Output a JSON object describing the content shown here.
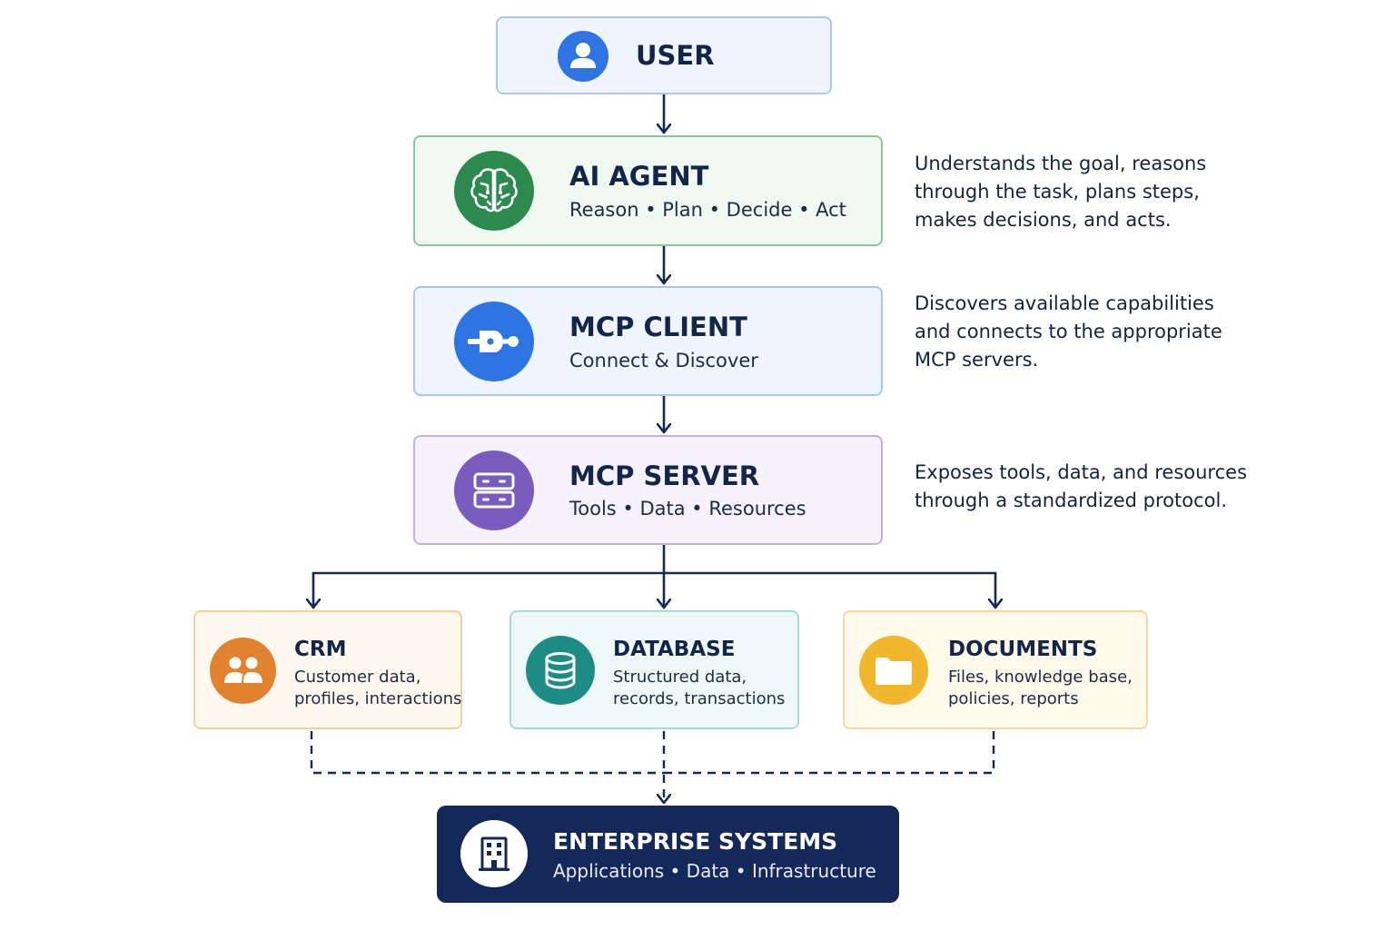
{
  "user": {
    "title": "USER",
    "icon": "user-icon",
    "color": "#2f74e3"
  },
  "agent": {
    "title": "AI AGENT",
    "subtitle": "Reason • Plan • Decide • Act",
    "icon": "brain-icon",
    "color": "#2c8a4e",
    "description": [
      "Understands the goal, reasons",
      "through the task, plans steps,",
      "makes decisions, and acts."
    ]
  },
  "client": {
    "title": "MCP CLIENT",
    "subtitle": "Connect & Discover",
    "icon": "plug-icon",
    "color": "#2f74e3",
    "description": [
      "Discovers available capabilities",
      "and connects to the appropriate",
      "MCP servers."
    ]
  },
  "server": {
    "title": "MCP SERVER",
    "subtitle": "Tools • Data • Resources",
    "icon": "server-icon",
    "color": "#7a5cbc",
    "description": [
      "Exposes tools, data, and resources",
      "through a standardized protocol."
    ]
  },
  "resources": [
    {
      "title": "CRM",
      "lines": [
        "Customer data,",
        "profiles, interactions"
      ],
      "icon": "people-icon",
      "color": "#e1832e"
    },
    {
      "title": "DATABASE",
      "lines": [
        "Structured data,",
        "records, transactions"
      ],
      "icon": "database-icon",
      "color": "#1d8c84"
    },
    {
      "title": "DOCUMENTS",
      "lines": [
        "Files, knowledge base,",
        "policies, reports"
      ],
      "icon": "folder-icon",
      "color": "#f1b72c"
    }
  ],
  "enterprise": {
    "title": "ENTERPRISE SYSTEMS",
    "subtitle": "Applications • Data • Infrastructure",
    "icon": "building-icon",
    "color": "#14285a"
  }
}
